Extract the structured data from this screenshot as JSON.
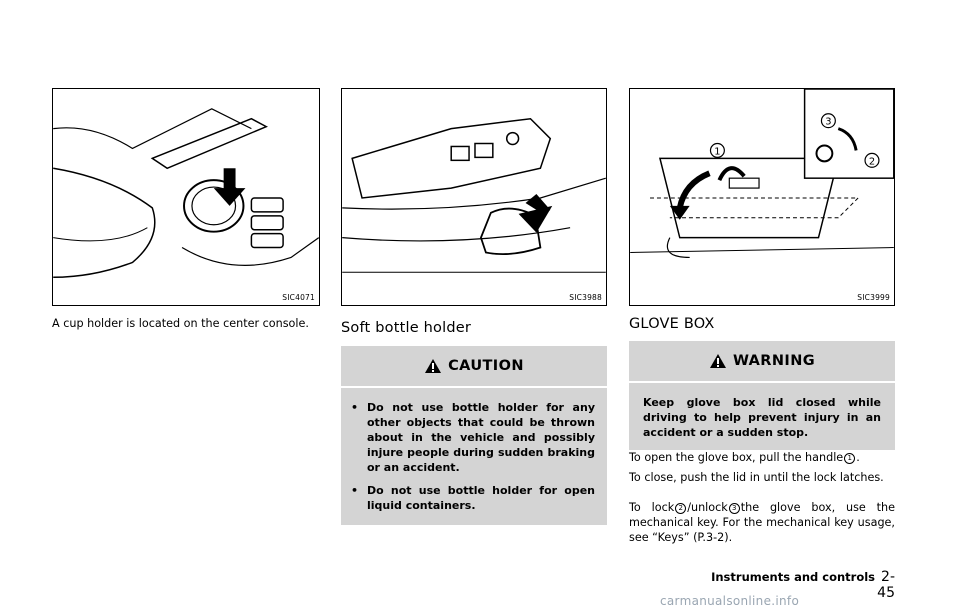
{
  "figures": [
    {
      "code": "SIC4071"
    },
    {
      "code": "SIC3988"
    },
    {
      "code": "SIC3999",
      "callouts": [
        "1",
        "2",
        "3"
      ]
    }
  ],
  "col1": {
    "text": "A cup holder is located on the center console."
  },
  "col2": {
    "heading": "Soft bottle holder",
    "notice_title": "CAUTION",
    "bullets": [
      "Do not use bottle holder for any other objects that could be thrown about in the vehicle and possibly injure people during sudden braking or an accident.",
      "Do not use bottle holder for open liquid containers."
    ]
  },
  "col3": {
    "heading": "GLOVE BOX",
    "notice_title": "WARNING",
    "warning_text": "Keep glove box lid closed while driving to help prevent injury in an accident or a sudden stop.",
    "p1_before": "To open the glove box, pull the handle",
    "p1_after": ".",
    "p2": "To close, push the lid in until the lock latches.",
    "p3_a": "To lock",
    "p3_b": "/unlock",
    "p3_c": "the glove box, use the mechanical key. For the mechanical key usage, see “Keys” (P.3-2).",
    "n1": "1",
    "n2": "2",
    "n3": "3"
  },
  "footer": {
    "section": "Instruments and controls",
    "page": "2-45"
  },
  "watermark": "carmanualsonline.info",
  "colors": {
    "notice_bg": "#d4d4d4",
    "watermark": "#9aa6b2"
  },
  "icons": {
    "notice": "warning-triangle-icon",
    "arrow": "down-arrow-icon"
  }
}
